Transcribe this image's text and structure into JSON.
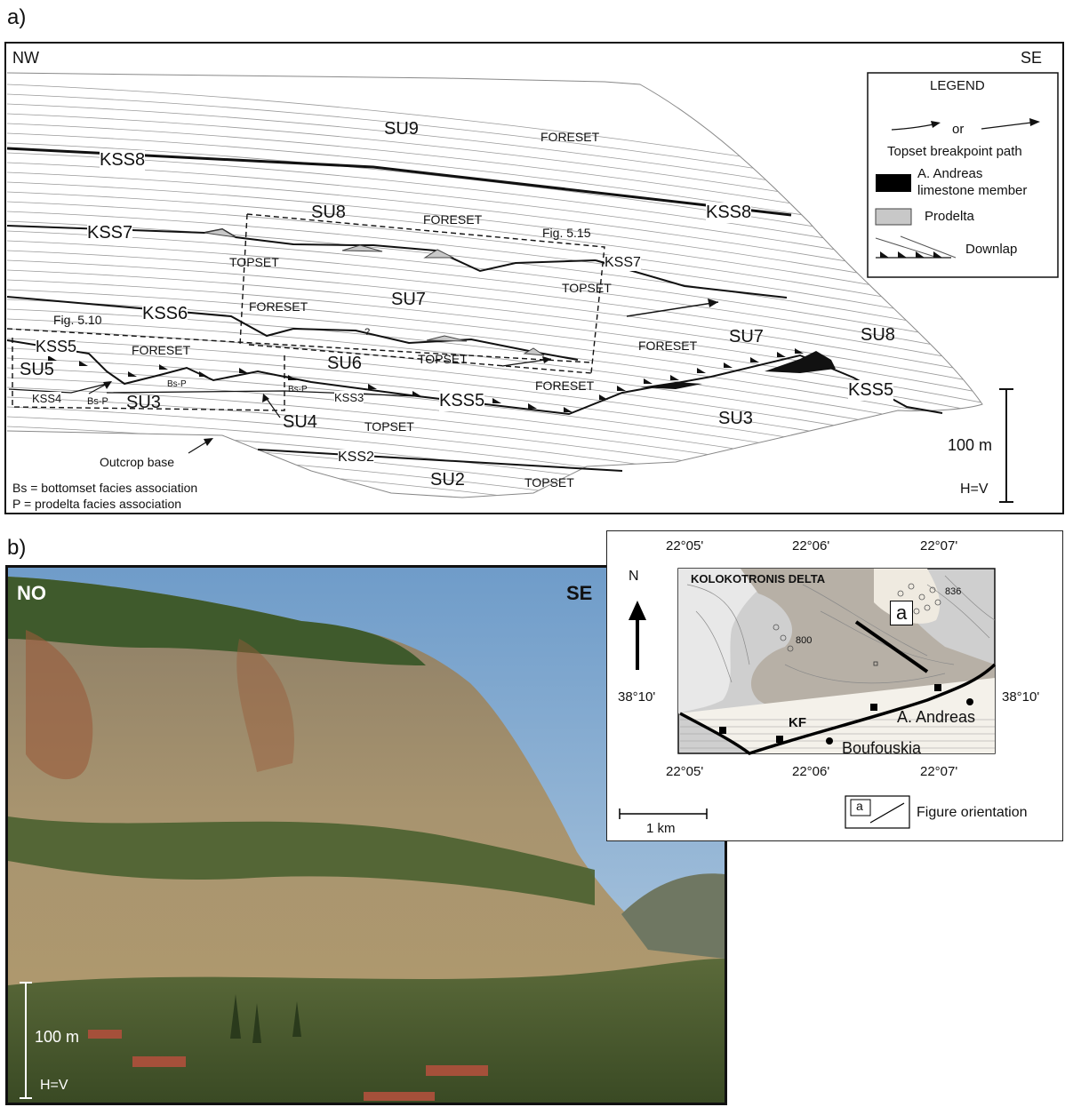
{
  "panel_a": {
    "label": "a)",
    "orient_left": "NW",
    "orient_right": "SE",
    "units": [
      "SU9",
      "SU8",
      "SU7",
      "SU6",
      "SU5",
      "SU4",
      "SU3",
      "SU2",
      "SU7",
      "SU8",
      "SU3"
    ],
    "surfaces": [
      "KSS8",
      "KSS8",
      "KSS7",
      "KSS7",
      "KSS6",
      "KSS5",
      "KSS5",
      "KSS5",
      "KSS4",
      "KSS3",
      "KSS2"
    ],
    "facies": [
      "FORESET",
      "FORESET",
      "TOPSET",
      "FORESET",
      "TOPSET",
      "FORESET",
      "FORESET",
      "TOPSET",
      "FORESET",
      "TOPSET",
      "TOPSET"
    ],
    "bs_p": [
      "Bs-P",
      "Bs-P",
      "Bs-P"
    ],
    "question": "?",
    "fig_refs": [
      "Fig. 5.15",
      "Fig. 5.10"
    ],
    "outcrop_base": "Outcrop base",
    "scale_label": "100 m",
    "scale_ratio": "H=V",
    "abbreviations": [
      "Bs = bottomset facies association",
      "P = prodelta facies association"
    ],
    "legend": {
      "title": "LEGEND",
      "or": "or",
      "topset_path": "Topset breakpoint path",
      "limestone": "A. Andreas\nlimestone member",
      "prodelta": "Prodelta",
      "downlap": "Downlap"
    }
  },
  "panel_b": {
    "label": "b)",
    "orient_left": "NO",
    "orient_right": "SE",
    "scale_label": "100 m",
    "scale_ratio": "H=V",
    "map": {
      "title": "KOLOKOTRONIS DELTA",
      "north": "N",
      "lon_top": [
        "22°05'",
        "22°06'",
        "22°07'"
      ],
      "lon_bottom": [
        "22°05'",
        "22°06'",
        "22°07'"
      ],
      "lat_left": "38°10'",
      "lat_right": "38°10'",
      "elev_1": "836",
      "elev_2": "800",
      "fault": "KF",
      "town_1": "A. Andreas",
      "town_2": "Boufouskia",
      "marker": "a",
      "scale": "1 km",
      "orientation_key": "a",
      "orientation_label": "Figure orientation"
    }
  }
}
